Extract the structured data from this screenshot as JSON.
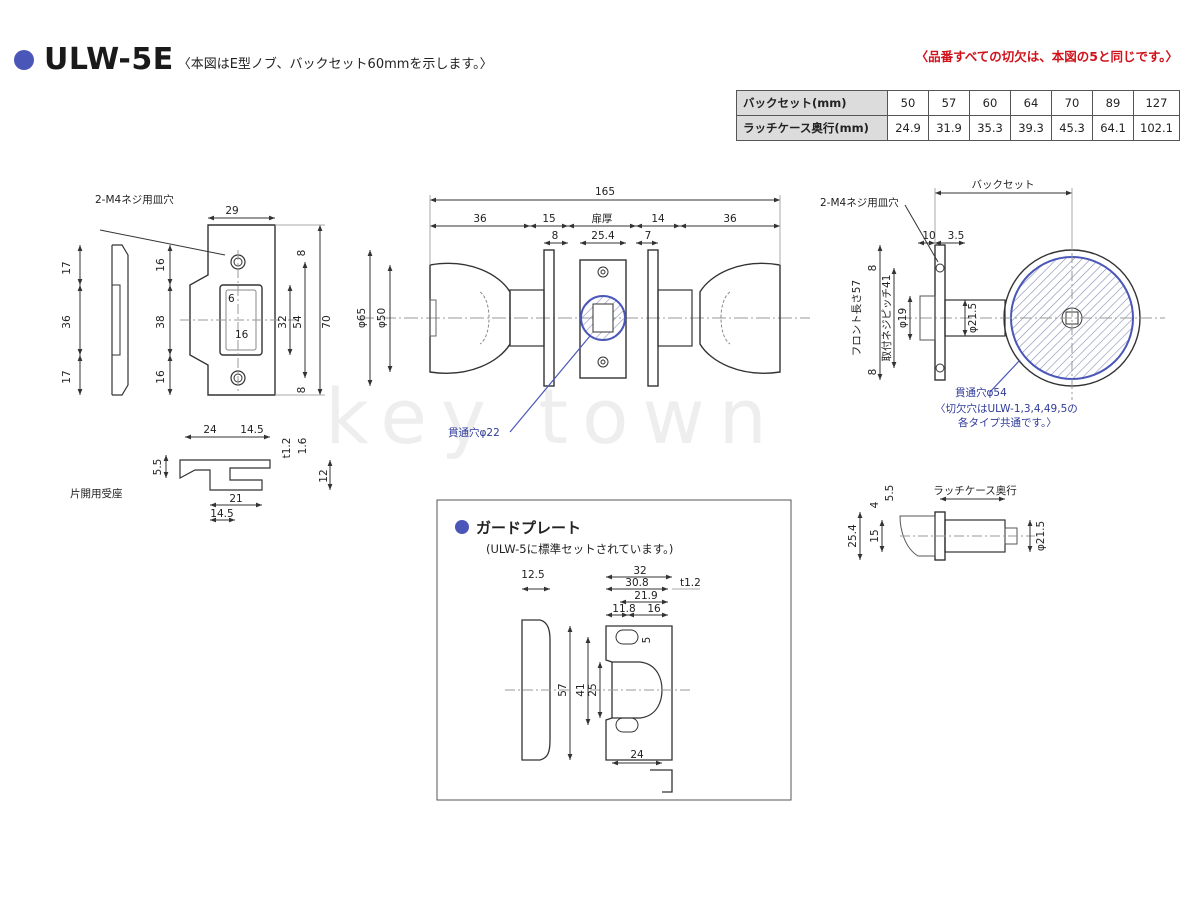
{
  "header": {
    "model": "ULW-5E",
    "subtitle": "〈本図はE型ノブ、バックセット60mmを示します。〉",
    "note": "〈品番すべての切欠は、本図の5と同じです。〉"
  },
  "spec_table": {
    "rows": [
      {
        "label": "バックセット(mm)",
        "values": [
          "50",
          "57",
          "60",
          "64",
          "70",
          "89",
          "127"
        ]
      },
      {
        "label": "ラッチケース奥行(mm)",
        "values": [
          "24.9",
          "31.9",
          "35.3",
          "39.3",
          "45.3",
          "64.1",
          "102.1"
        ]
      }
    ]
  },
  "strike": {
    "screw_note": "2-M4ネジ用皿穴",
    "dims": {
      "w29": "29",
      "h17a": "17",
      "h36": "36",
      "h17b": "17",
      "h16a": "16",
      "h38": "38",
      "h16b": "16",
      "w6": "6",
      "w16": "16",
      "h32": "32",
      "h54": "54",
      "h70": "70",
      "h8a": "8",
      "h8b": "8"
    },
    "side_dims": {
      "w24": "24",
      "w14_5": "14.5",
      "t1_2": "t1.2",
      "h1_6": "1.6",
      "h5_5": "5.5",
      "h12": "12",
      "w21": "21",
      "w14_5b": "14.5"
    },
    "label": "片開用受座"
  },
  "knob": {
    "dims": {
      "total": "165",
      "w36a": "36",
      "w15": "15",
      "door": "扉厚",
      "w14": "14",
      "w36b": "36",
      "w8": "8",
      "w25_4": "25.4",
      "w7": "7",
      "d65": "φ65",
      "d50": "φ50"
    },
    "hole_note": "貫通穴φ22"
  },
  "side_view": {
    "backset": "バックセット",
    "screw_note": "2-M4ネジ用皿穴",
    "dims": {
      "w10": "10",
      "w3_5": "3.5",
      "h8a": "8",
      "h8b": "8",
      "front": "フロント長さ57",
      "pitch": "取付ネジピッチ41",
      "d19": "φ19",
      "d21_5": "φ21.5"
    },
    "hole_note": "貫通穴φ54",
    "hole_note2": "〈切欠穴はULW-1,3,4,49,5の",
    "hole_note3": "各タイプ共通です。〉"
  },
  "latch": {
    "label": "ラッチケース奥行",
    "dims": {
      "h4": "4",
      "h5_5": "5.5",
      "h25_4": "25.4",
      "h15": "15",
      "d21_5": "φ21.5"
    }
  },
  "guard": {
    "title": "ガードプレート",
    "subtitle": "(ULW-5に標準セットされています。)",
    "dims": {
      "w12_5": "12.5",
      "w32": "32",
      "w30_8": "30.8",
      "t1_2": "t1.2",
      "w21_9": "21.9",
      "w11_8": "11.8",
      "w16": "16",
      "h5": "5",
      "h57": "57",
      "h41": "41",
      "h25": "25",
      "w24": "24"
    }
  },
  "watermark": "key town"
}
